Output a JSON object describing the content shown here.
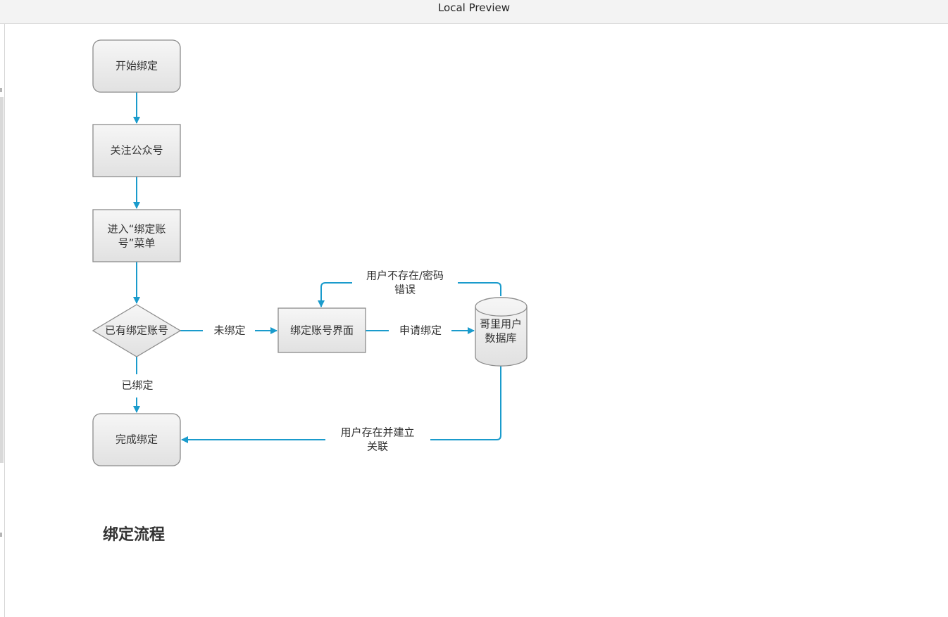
{
  "window": {
    "title": "Local Preview"
  },
  "diagram": {
    "caption": "绑定流程",
    "nodes": {
      "start": "开始绑定",
      "follow": "关注公众号",
      "menu_line1": "进入“绑定账",
      "menu_line2": "号”菜单",
      "decision": "已有绑定账号",
      "bind_ui": "绑定账号界面",
      "db_line1": "哥里用户",
      "db_line2": "数据库",
      "done": "完成绑定"
    },
    "edges": {
      "not_bound": "未绑定",
      "already_bound": "已绑定",
      "request_bind": "申请绑定",
      "error_line1": "用户不存在/密码",
      "error_line2": "错误",
      "success_line1": "用户存在并建立",
      "success_line2": "关联"
    }
  },
  "colors": {
    "connector": "#1a9bcc",
    "shape_fill_top": "#f6f6f6",
    "shape_fill_bottom": "#e1e1e1",
    "shape_stroke": "#8c8c8c"
  }
}
